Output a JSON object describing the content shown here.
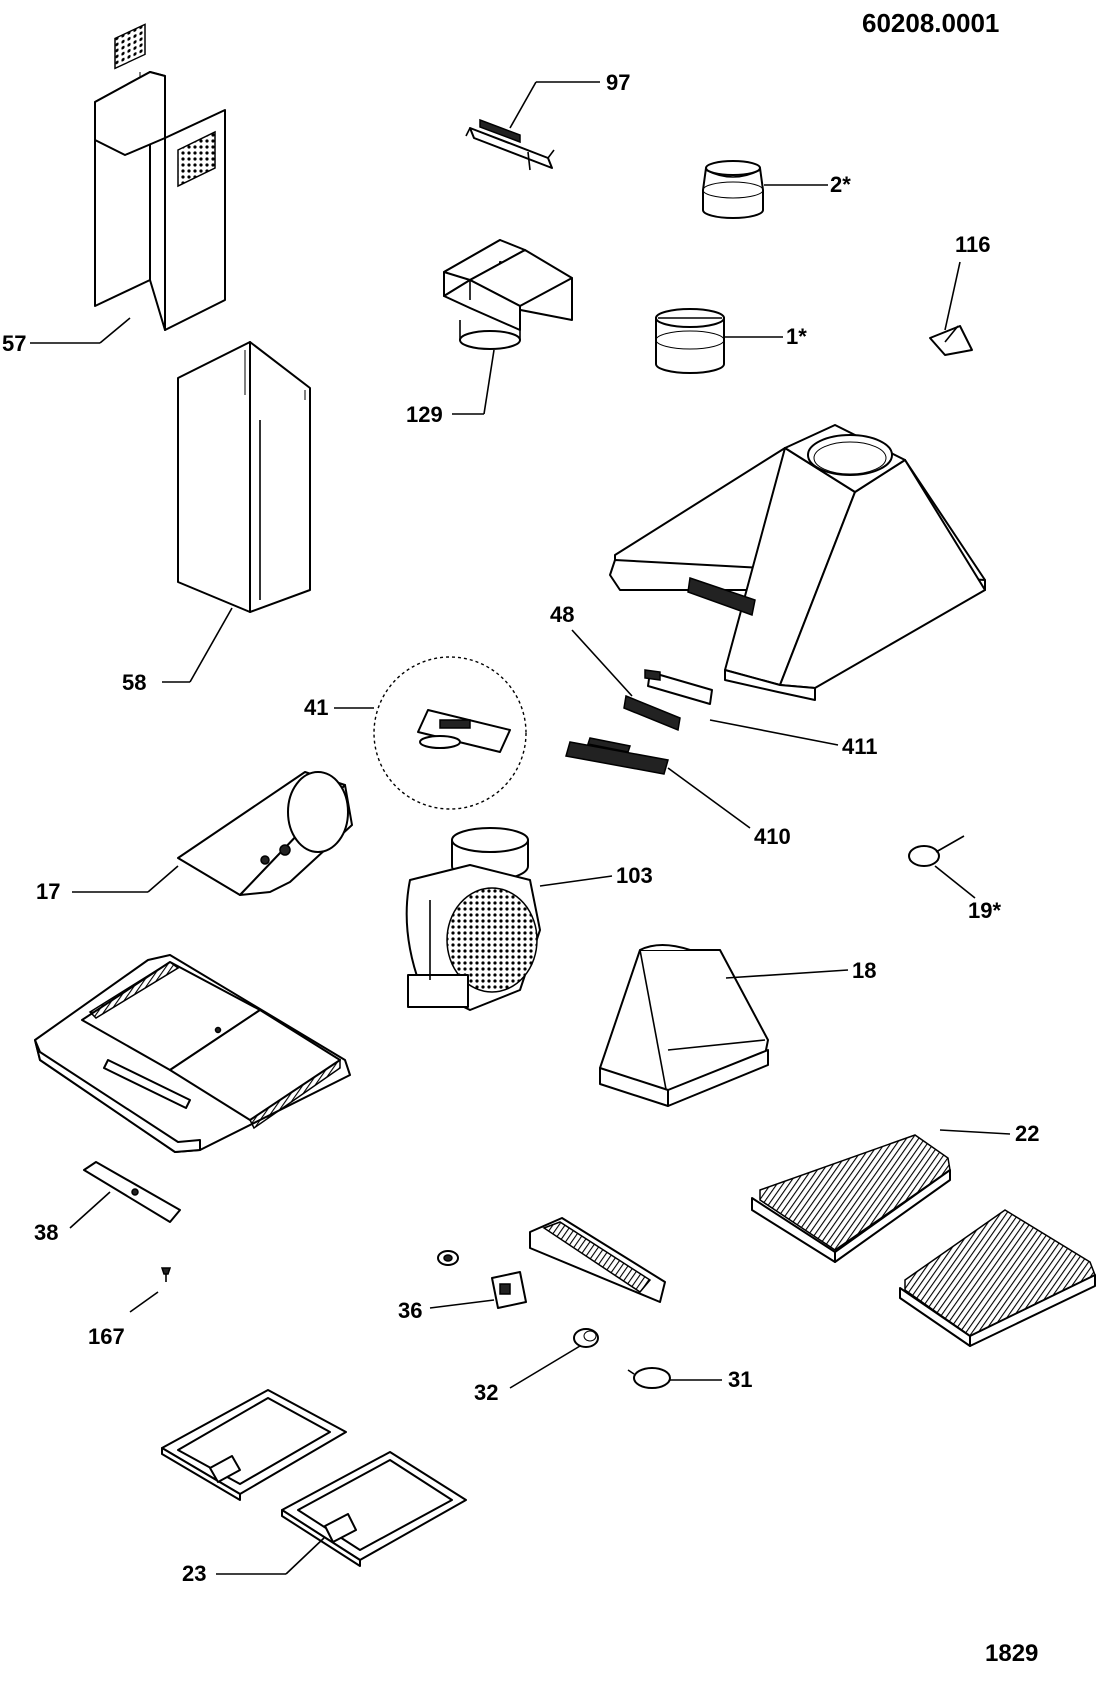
{
  "diagram_code": "60208.0001",
  "page_code": "1829",
  "callouts": {
    "c57": "57",
    "c58": "58",
    "c97": "97",
    "c129": "129",
    "c2": "2*",
    "c1": "1*",
    "c116": "116",
    "c41": "41",
    "c48": "48",
    "c411": "411",
    "c410": "410",
    "c17": "17",
    "c103": "103",
    "c19": "19*",
    "c18": "18",
    "c22": "22",
    "c38": "38",
    "c167": "167",
    "c36": "36",
    "c32": "32",
    "c31": "31",
    "c23": "23"
  }
}
